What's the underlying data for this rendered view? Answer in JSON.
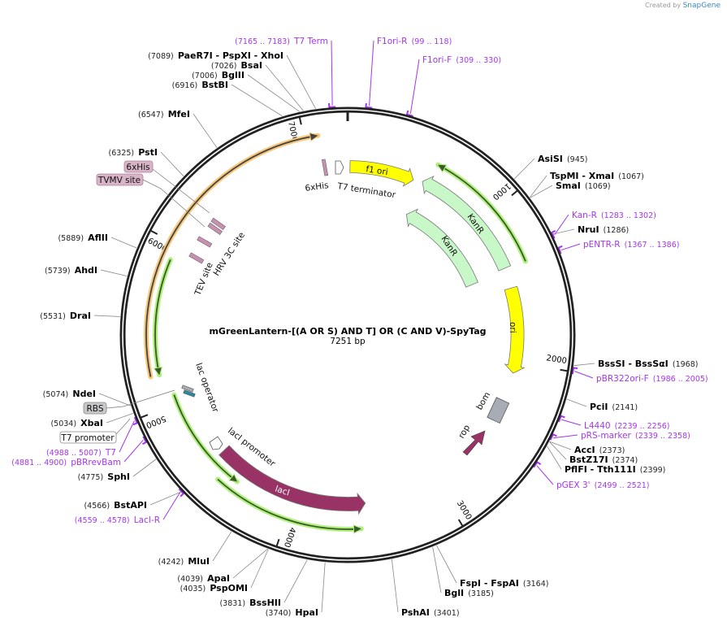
{
  "credit": {
    "prefix": "Created by",
    "brand": "SnapGene"
  },
  "plasmid": {
    "name": "mGreenLantern-[(A OR S) AND T] OR (C AND V)-SpyTag",
    "length": "7251 bp",
    "total_bp": 7251
  },
  "ticks": [
    "1000",
    "2000",
    "3000",
    "4000",
    "5000",
    "6000",
    "7000"
  ],
  "enzymes": [
    {
      "pos": "(7089)",
      "name": "PaeR7I   - PspXI   - XhoI"
    },
    {
      "pos": "(7026)",
      "name": "BsaI"
    },
    {
      "pos": "(7006)",
      "name": "BglII"
    },
    {
      "pos": "(6916)",
      "name": "BstBI"
    },
    {
      "pos": "(6547)",
      "name": "MfeI"
    },
    {
      "pos": "(6325)",
      "name": "PstI"
    },
    {
      "pos": "(5889)",
      "name": "AflII"
    },
    {
      "pos": "(5739)",
      "name": "AhdI"
    },
    {
      "pos": "(5531)",
      "name": "DraI"
    },
    {
      "pos": "(5074)",
      "name": "NdeI"
    },
    {
      "pos": "(5034)",
      "name": "XbaI"
    },
    {
      "pos": "(4775)",
      "name": "SphI"
    },
    {
      "pos": "(4566)",
      "name": "BstAPI"
    },
    {
      "pos": "(4242)",
      "name": "MluI"
    },
    {
      "pos": "(4039)",
      "name": "ApaI"
    },
    {
      "pos": "(4035)",
      "name": "PspOMI"
    },
    {
      "pos": "(3831)",
      "name": "BssHII"
    },
    {
      "pos": "(3740)",
      "name": "HpaI"
    },
    {
      "pos": "(945)",
      "name": "AsiSI"
    },
    {
      "pos": "(1067)",
      "name": "TspMI   - XmaI"
    },
    {
      "pos": "(1069)",
      "name": "SmaI"
    },
    {
      "pos": "(1286)",
      "name": "NruI"
    },
    {
      "pos": "(1968)",
      "name": "BssSI   - BssSαI"
    },
    {
      "pos": "(2141)",
      "name": "PciI"
    },
    {
      "pos": "(2373)",
      "name": "AccI"
    },
    {
      "pos": "(2374)",
      "name": "BstZ17I"
    },
    {
      "pos": "(2399)",
      "name": "PflFI   - Tth111I"
    },
    {
      "pos": "(3164)",
      "name": "FspI   - FspAI"
    },
    {
      "pos": "(3185)",
      "name": "BglI"
    },
    {
      "pos": "(3401)",
      "name": "PshAI"
    }
  ],
  "primers": [
    {
      "range": "(7165 .. 7183)",
      "name": "T7 Term"
    },
    {
      "range": "(99 .. 118)",
      "name": "F1ori-R"
    },
    {
      "range": "(309 .. 330)",
      "name": "F1ori-F"
    },
    {
      "range": "(1283 .. 1302)",
      "name": "Kan-R"
    },
    {
      "range": "(1367 .. 1386)",
      "name": "pENTR-R"
    },
    {
      "range": "(1986 .. 2005)",
      "name": "pBR322ori-F"
    },
    {
      "range": "(2239 .. 2256)",
      "name": "L4440"
    },
    {
      "range": "(2339 .. 2358)",
      "name": "pRS-marker"
    },
    {
      "range": "(2499 .. 2521)",
      "name": "pGEX 3'"
    },
    {
      "range": "(4988 .. 5007)",
      "name": "T7"
    },
    {
      "range": "(4881 .. 4900)",
      "name": "pBRrevBam"
    },
    {
      "range": "(4559 .. 4578)",
      "name": "LacI-R"
    }
  ],
  "boxed_features": [
    {
      "name": "6xHis",
      "color": "#d8b4c8"
    },
    {
      "name": "TVMV site",
      "color": "#d8b4c8"
    },
    {
      "name": "RBS",
      "color": "#c8c8cc"
    },
    {
      "name": "T7 promoter",
      "color": "#ffffff"
    }
  ],
  "features": {
    "f1_ori": "f1 ori",
    "t7_terminator": "T7 terminator",
    "his": "6xHis",
    "kanr1": "KanR",
    "kanr2": "KanR",
    "ori": "ori",
    "bom": "bom",
    "rop": "rop",
    "laci": "lacI",
    "laci_promoter": "lacI promoter",
    "lac_operator": "lac operator",
    "hrv": "HRV 3C site",
    "tev": "TEV site"
  },
  "colors": {
    "primer": "#a335f0",
    "yellow": "#ffff00",
    "kan": "#c8f7c8",
    "laci": "#993366",
    "orange": "#f9c77a",
    "green": "#aef07a",
    "bom": "#a8adb5"
  }
}
